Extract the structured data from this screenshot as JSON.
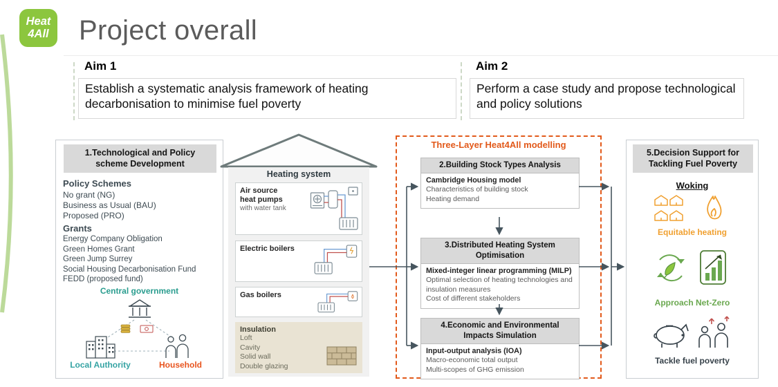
{
  "colors": {
    "logo_green": "#8cc63e",
    "orange_accent": "#e2591a",
    "teal": "#2a9d8f",
    "local_authority_teal": "#35a3a3",
    "household_orange": "#e8541e",
    "equitable_orange": "#f0a030",
    "netzero_green": "#6aa84f",
    "dark": "#3d4a52",
    "header_gray": "#d9d9d9"
  },
  "logo": {
    "line1": "Heat",
    "line2": "4All"
  },
  "title": "Project overall",
  "aims": {
    "aim1": {
      "label": "Aim 1",
      "text": "Establish a systematic analysis framework of heating decarbonisation to minimise fuel poverty"
    },
    "aim2": {
      "label": "Aim 2",
      "text": "Perform a case study and propose technological and policy solutions"
    }
  },
  "policy_panel": {
    "title": "1.Technological and Policy scheme Development",
    "policy_schemes_heading": "Policy Schemes",
    "policy_schemes": [
      "No grant (NG)",
      "Business as Usual (BAU)",
      "Proposed (PRO)"
    ],
    "grants_heading": "Grants",
    "grants": [
      "Energy Company Obligation",
      "Green Homes Grant",
      "Green Jump Surrey",
      "Social Housing Decarbonisation Fund",
      "FEDD (proposed fund)"
    ],
    "central_government": "Central government",
    "local_authority": "Local Authority",
    "household": "Household"
  },
  "heating_house": {
    "title": "Heating system",
    "systems": [
      {
        "name": "Air source heat pumps",
        "sub": "with water tank"
      },
      {
        "name": "Electric boilers"
      },
      {
        "name": "Gas boilers"
      }
    ],
    "insulation_heading": "Insulation",
    "insulation_items": [
      "Loft",
      "Cavity",
      "Solid wall",
      "Double glazing"
    ]
  },
  "modelling": {
    "title": "Three-Layer Heat4All modelling",
    "boxes": [
      {
        "title": "2.Building Stock Types Analysis",
        "method": "Cambridge Housing model",
        "lines": [
          "Characteristics of building stock",
          "Heating demand"
        ]
      },
      {
        "title": "3.Distributed Heating System Optimisation",
        "method": "Mixed-integer linear programming (MILP)",
        "lines": [
          "Optimal selection of heating technologies and insulation measures",
          "Cost of different stakeholders"
        ]
      },
      {
        "title": "4.Economic and Environmental Impacts Simulation",
        "method": "Input-output analysis (IOA)",
        "lines": [
          "Macro-economic total output",
          "Multi-scopes of GHG emission"
        ]
      }
    ]
  },
  "decision_panel": {
    "title": "5.Decision Support for Tackling Fuel Poverty",
    "case": "Woking",
    "outcomes": [
      {
        "label": "Equitable heating"
      },
      {
        "label": "Approach Net-Zero"
      },
      {
        "label": "Tackle fuel poverty"
      }
    ]
  }
}
